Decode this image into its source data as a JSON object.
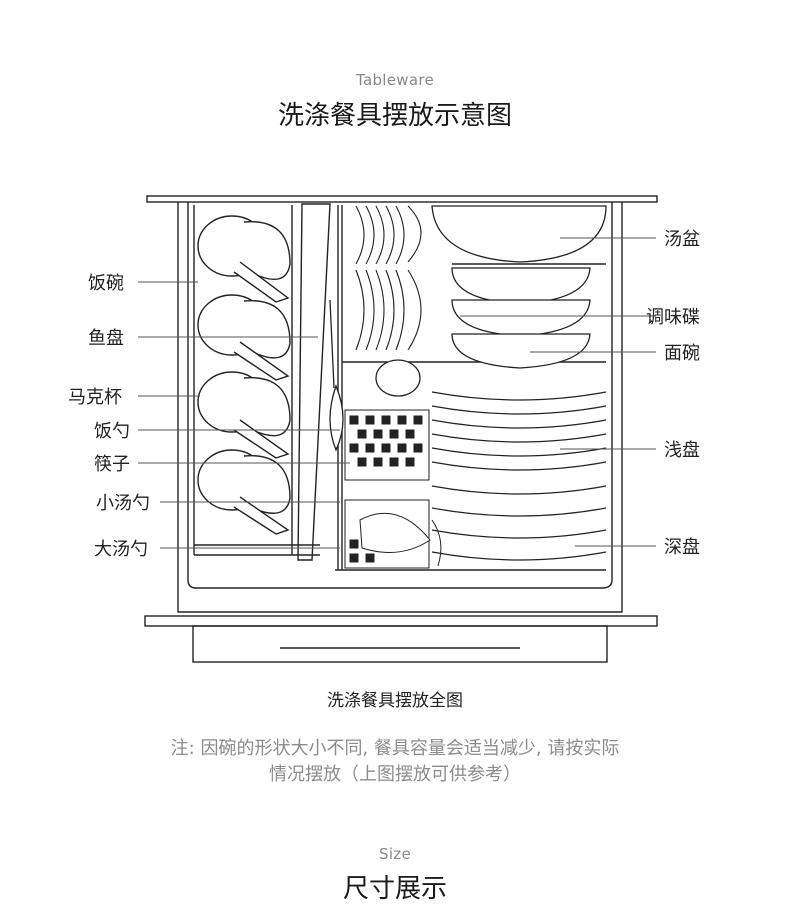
{
  "header": {
    "eyebrow": "Tableware",
    "title": "洗涤餐具摆放示意图"
  },
  "diagram": {
    "caption": "洗涤餐具摆放全图",
    "left_labels": [
      "饭碗",
      "鱼盘",
      "马克杯",
      "饭勺",
      "筷子",
      "小汤勺",
      "大汤勺"
    ],
    "right_labels": [
      "汤盆",
      "调味碟",
      "面碗",
      "浅盘",
      "深盘"
    ]
  },
  "note": {
    "line1": "注: 因碗的形状大小不同, 餐具容量会适当减少, 请按实际",
    "line2": "情况摆放（上图摆放可供参考）"
  },
  "footer": {
    "eyebrow": "Size",
    "title": "尺寸展示"
  }
}
